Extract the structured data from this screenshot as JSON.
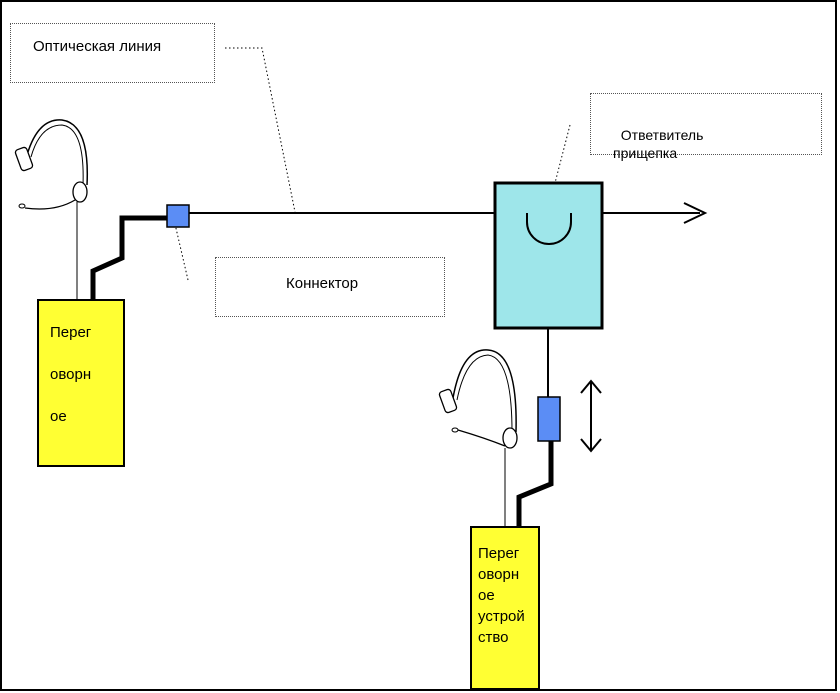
{
  "labels": {
    "optical_line": "Оптическая линия",
    "tap_clip": "Ответвитель\nприщепка",
    "connector": "Коннектор",
    "intercom_left": "Перег\n\nоворн\n\nое",
    "intercom_right": "Перег\nоворн\nое\nустрой\nство"
  },
  "colors": {
    "tap_body": "#9ee6ea",
    "connector": "#5b8df5",
    "intercom_body": "#ffff33",
    "line": "#000000"
  },
  "icons": [
    "headset-icon",
    "arrow-right-icon",
    "double-arrow-vertical-icon"
  ]
}
